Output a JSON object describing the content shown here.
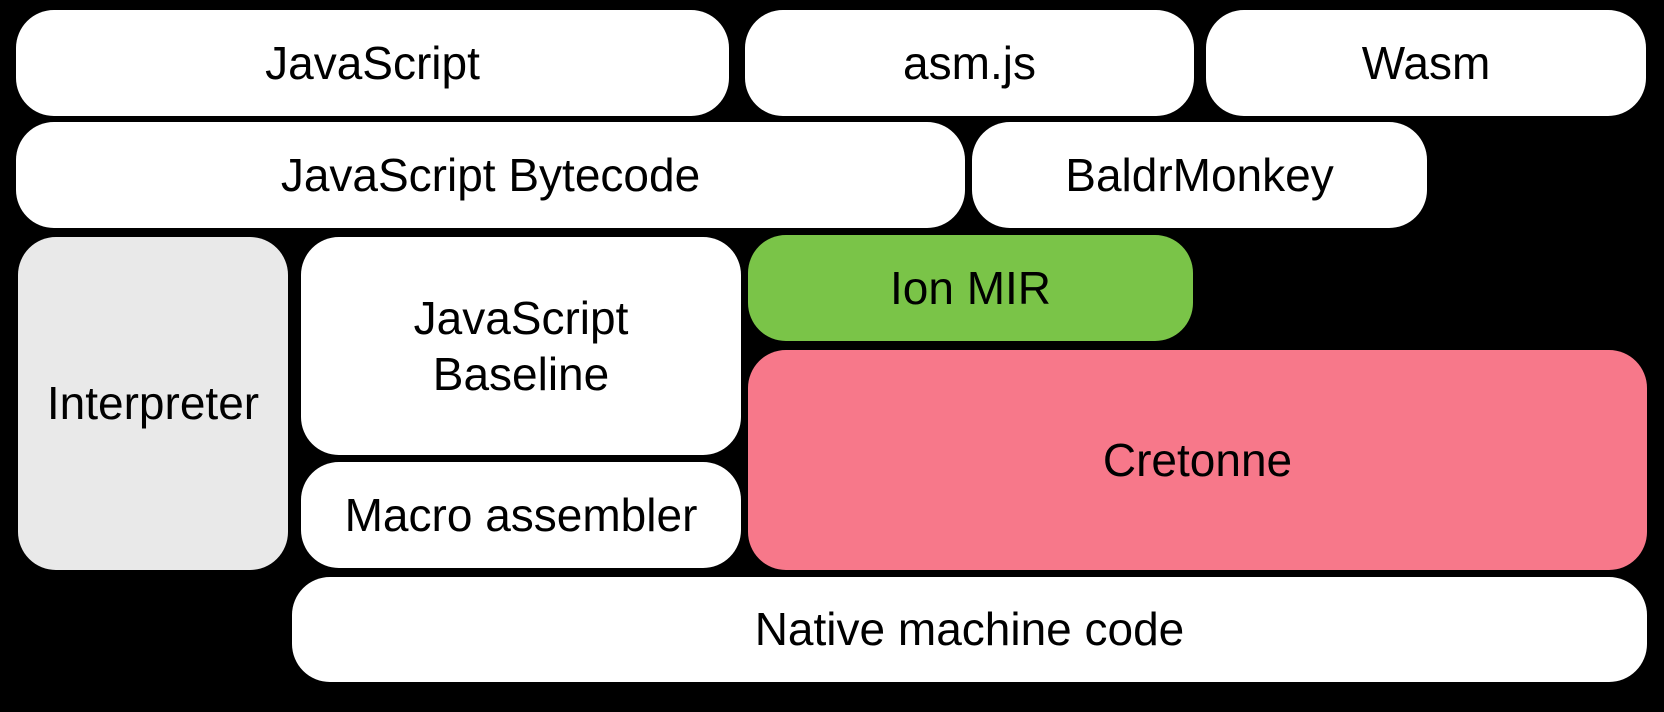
{
  "canvas": {
    "background": "#000000",
    "text_color": "#000000"
  },
  "colors": {
    "box_white": "#ffffff",
    "box_gray": "#e9e9e9",
    "box_green": "#7ac448",
    "box_pink": "#f7788a"
  },
  "boxes": [
    {
      "id": "javascript",
      "label": "JavaScript",
      "fill": "#ffffff"
    },
    {
      "id": "asmjs",
      "label": "asm.js",
      "fill": "#ffffff"
    },
    {
      "id": "wasm",
      "label": "Wasm",
      "fill": "#ffffff"
    },
    {
      "id": "javascript-bytecode",
      "label": "JavaScript Bytecode",
      "fill": "#ffffff"
    },
    {
      "id": "baldrmonkey",
      "label": "BaldrMonkey",
      "fill": "#ffffff"
    },
    {
      "id": "interpreter",
      "label": "Interpreter",
      "fill": "#e9e9e9"
    },
    {
      "id": "javascript-baseline",
      "label": "JavaScript\nBaseline",
      "fill": "#ffffff"
    },
    {
      "id": "ion-mir",
      "label": "Ion MIR",
      "fill": "#7ac448"
    },
    {
      "id": "cretonne",
      "label": "Cretonne",
      "fill": "#f7788a"
    },
    {
      "id": "macro-assembler",
      "label": "Macro assembler",
      "fill": "#ffffff"
    },
    {
      "id": "native-machine-code",
      "label": "Native machine code",
      "fill": "#ffffff"
    }
  ]
}
